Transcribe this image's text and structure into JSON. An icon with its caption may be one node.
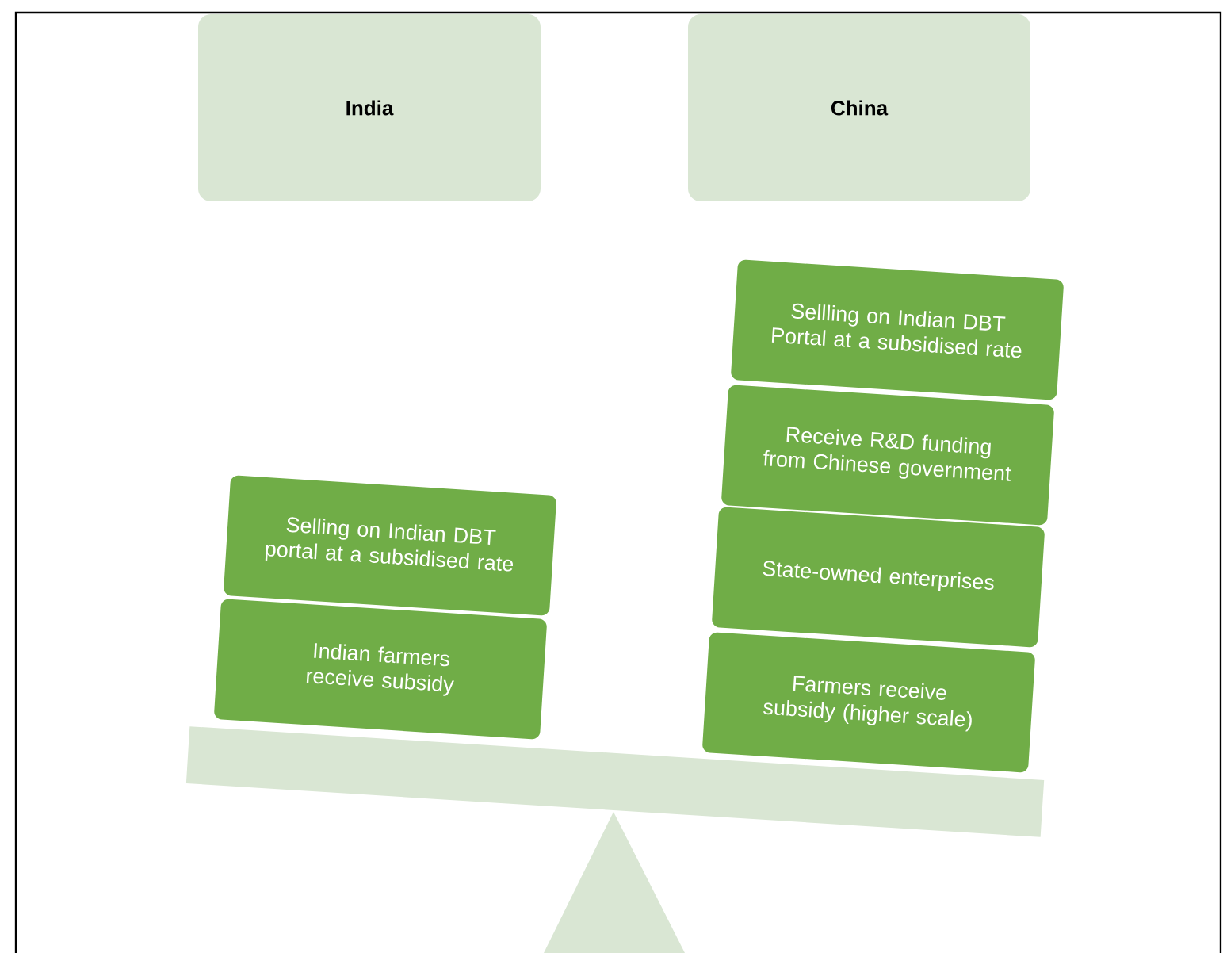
{
  "diagram": {
    "nodes": [
      {
        "text": [
          "India"
        ]
      },
      {
        "text": [
          "China"
        ]
      },
      {
        "text": [
          "Selling on Indian DBT portal at a subsidised rate"
        ]
      },
      {
        "text": [
          "Indian farmers receive subsidy"
        ]
      },
      {
        "text": [
          "Sellling on Indian DBT Portal at a subsidised rate"
        ]
      },
      {
        "text": [
          "Receive R&D funding from Chinese government"
        ]
      },
      {
        "text": [
          "State-owned enterprises"
        ]
      },
      {
        "text": [
          "Farmers receive subsidy (higher scale)"
        ]
      }
    ]
  }
}
